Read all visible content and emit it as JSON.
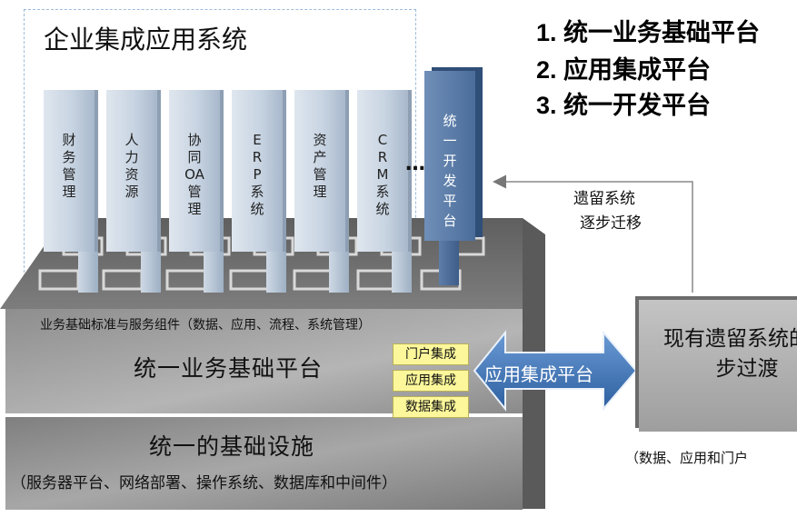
{
  "diagram": {
    "title": "企业集成应用系统",
    "legend_items": [
      "1. 统一业务基础平台",
      "2. 应用集成平台",
      "3. 统一开发平台"
    ],
    "systems": [
      "财务管理",
      "人力资源",
      "协同OA管理",
      "ERP系统",
      "资产管理",
      "CRM系统"
    ],
    "ellipsis": "…",
    "dev_platform": "统一开发平台",
    "migration_note": [
      "遗留系统",
      "逐步迁移"
    ],
    "platform_caption": "业务基础标准与服务组件（数据、应用、流程、系统管理）",
    "business_platform": "统一业务基础平台",
    "integration_tags": [
      "门户集成",
      "应用集成",
      "数据集成"
    ],
    "integration_arrow": "应用集成平台",
    "infrastructure_title": "统一的基础设施",
    "infrastructure_caption": "（服务器平台、网络部署、操作系统、数据库和中间件）",
    "legacy_box": "现有遗留系统的逐步过渡",
    "legacy_caption": "（数据、应用和门户"
  },
  "colors": {
    "pillar": "#c8d4e2",
    "dev_pillar": "#5a7aa6",
    "platform_top": "#6e6e6e",
    "platform_front": "#8a8a8a",
    "arrow": "#3f73b8",
    "tag": "#fbf79a"
  }
}
